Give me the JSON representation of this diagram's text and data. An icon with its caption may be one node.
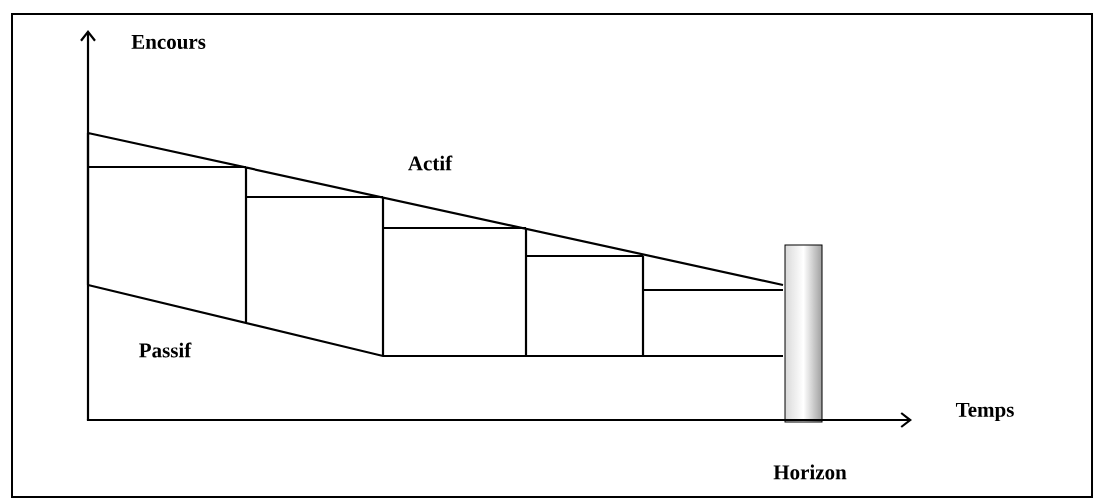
{
  "diagram": {
    "labels": [
      "Encours",
      "Actif",
      "Passif",
      "Temps",
      "Horizon"
    ]
  }
}
